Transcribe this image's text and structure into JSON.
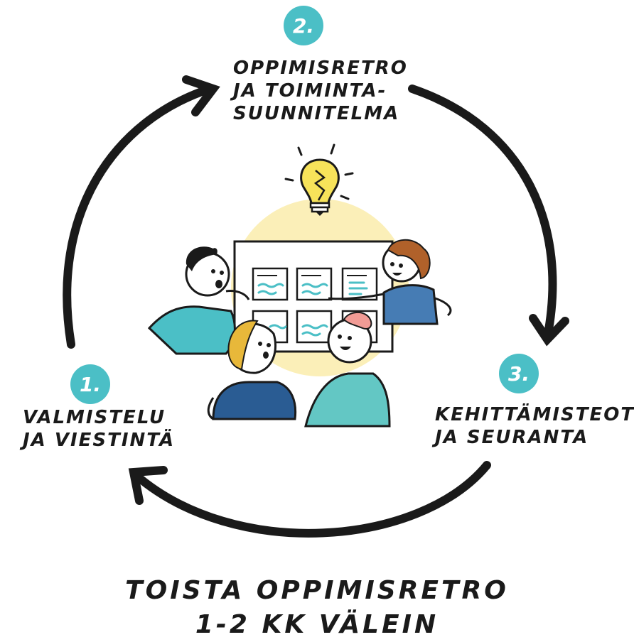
{
  "steps": [
    {
      "number": "1.",
      "lines": [
        "VALMISTELU",
        "JA VIESTINTÄ"
      ]
    },
    {
      "number": "2.",
      "lines": [
        "OPPIMISRETRO",
        "JA TOIMINTA-",
        "SUUNNITELMA"
      ]
    },
    {
      "number": "3.",
      "lines": [
        "KEHITTÄMISTEOT",
        "JA SEURANTA"
      ]
    }
  ],
  "footer": {
    "line1": "TOISTA OPPIMISRETRO",
    "line2": "1-2 KK VÄLEIN"
  },
  "colors": {
    "accent": "#4bbfc6",
    "glow": "#fbefb8",
    "bulb": "#f7e35a",
    "ink": "#1a1a1a",
    "shirt_dark": "#2a5c93",
    "shirt_mid": "#467cb4",
    "shirt_light": "#63c7c4",
    "hair_brown": "#b0612a",
    "hair_yellow": "#e8b83a",
    "hair_pink": "#f19b95"
  },
  "icons": [
    "lightbulb-icon",
    "whiteboard-icon",
    "person-icon",
    "cycle-arrow-icon"
  ]
}
